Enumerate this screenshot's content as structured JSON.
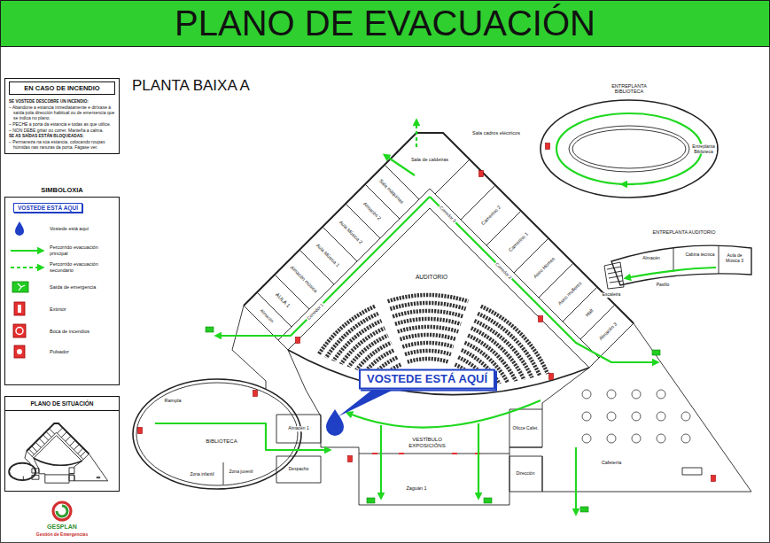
{
  "diagram": {
    "title": "PLANO DE EVACUACIÓN",
    "nodes": [
      {
        "text": [
          "EN CASO DE INCENDIO",
          "SE VOSTEDE DESCOBRE UN INCENDIO:",
          "– Abandone a estancia inmediatamente e diríxase á saída pola dirección habitual ou de emerxencia que se indica no plano.",
          "– PECHE a porta da estancia e todas as que utilice.",
          "– NON DEBE gritar ou correr. Manteña a calma.",
          "SE AS SAÍDAS ESTÁN BLOQUEADAS:",
          "– Permaneza na súa estancia, colocando roupas húmidas nas ranuras da porta. Fágase ver."
        ]
      },
      {
        "text": [
          "SIMBOLOXIA"
        ]
      },
      {
        "text": [
          "VOSTEDE ESTÁ AQUÍ"
        ],
        "in": 1
      },
      {
        "text": [
          "PLANO DE SITUACIÓN"
        ]
      },
      {
        "text": [
          "Sala de caldeiras"
        ]
      },
      {
        "text": [
          "Almacén"
        ]
      },
      {
        "text": [
          "AULA 1"
        ]
      },
      {
        "text": [
          "Almacén música"
        ]
      },
      {
        "text": [
          "Aula Música 1"
        ]
      },
      {
        "text": [
          "Aula Música 2"
        ]
      },
      {
        "text": [
          "Almacén 2"
        ]
      },
      {
        "text": [
          "Sala máquinas"
        ]
      },
      {
        "text": [
          "Corredor 1"
        ]
      },
      {
        "text": [
          "Corredor 2"
        ]
      },
      {
        "text": [
          "Corredor 3"
        ]
      },
      {
        "text": [
          "Camerino 2"
        ]
      },
      {
        "text": [
          "Camerino 1"
        ]
      },
      {
        "text": [
          "Aseo Homes"
        ]
      },
      {
        "text": [
          "Aseo mulleres"
        ]
      },
      {
        "text": [
          "Hall"
        ]
      },
      {
        "text": [
          "Almacén 3"
        ]
      },
      {
        "text": [
          "AUDITORIO"
        ]
      },
      {
        "text": [
          "VESTÍBULO EXPOSICIÓNS"
        ]
      },
      {
        "text": [
          "Zaguán 1"
        ]
      },
      {
        "text": [
          "Oficce Cafet."
        ]
      },
      {
        "text": [
          "Dirección"
        ]
      },
      {
        "text": [
          "Cafetería"
        ]
      },
      {
        "text": [
          "BIBLIOTECA"
        ]
      },
      {
        "text": [
          "Rampla"
        ]
      },
      {
        "text": [
          "Almacén 1"
        ]
      },
      {
        "text": [
          "Despacho"
        ]
      },
      {
        "text": [
          "Zona infantil"
        ]
      },
      {
        "text": [
          "Zona juvenil"
        ]
      },
      {
        "text": [
          "Entreplanta Biblioteca"
        ]
      },
      {
        "text": [
          "Almacén"
        ]
      },
      {
        "text": [
          "Cabina técnica"
        ]
      },
      {
        "text": [
          "Aula de Música 3"
        ]
      },
      {
        "text": [
          "VOSTEDE ESTÁ AQUÍ"
        ]
      }
    ],
    "labels": [
      "PLANTA BAIXA A",
      "ENTREPLANTA BIBLIOTECA",
      "ENTREPLANTA AUDITORIO",
      "Sala cadros eléctricos",
      "Escaleira",
      "Pasillo",
      "GESPLAN",
      "Gestión de Emergencias"
    ],
    "legend": [
      {
        "text": "Vostede está aquí"
      },
      {
        "text": "Percorrido evacuación principal"
      },
      {
        "text": "Percorrido evacuación secundario"
      },
      {
        "text": "Saída de emergencia"
      },
      {
        "text": "Extintor"
      },
      {
        "text": "Boca de incendios"
      },
      {
        "text": "Pulsador"
      }
    ]
  }
}
